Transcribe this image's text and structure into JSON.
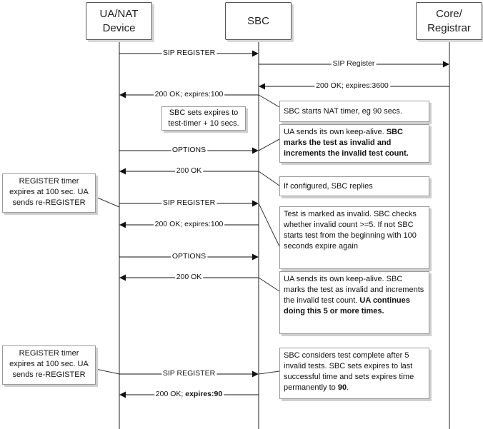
{
  "participants": [
    {
      "id": "ua",
      "label_line1": "UA/NAT",
      "label_line2": "Device"
    },
    {
      "id": "sbc",
      "label_line1": "SBC",
      "label_line2": ""
    },
    {
      "id": "core",
      "label_line1": "Core/",
      "label_line2": "Registrar"
    }
  ],
  "messages": [
    {
      "id": "m1",
      "from": "ua",
      "to": "sbc",
      "text": "SIP REGISTER",
      "bold": ""
    },
    {
      "id": "m2",
      "from": "sbc",
      "to": "core",
      "text": "SIP Register",
      "bold": ""
    },
    {
      "id": "m3",
      "from": "core",
      "to": "sbc",
      "text": "200 OK; expires:3600",
      "bold": ""
    },
    {
      "id": "m4",
      "from": "sbc",
      "to": "ua",
      "text": "200 OK; expires:100",
      "bold": ""
    },
    {
      "id": "m5",
      "from": "ua",
      "to": "sbc",
      "text": "OPTIONS",
      "bold": ""
    },
    {
      "id": "m6",
      "from": "sbc",
      "to": "ua",
      "text": "200 OK",
      "bold": ""
    },
    {
      "id": "m7",
      "from": "ua",
      "to": "sbc",
      "text": "SIP REGISTER",
      "bold": ""
    },
    {
      "id": "m8",
      "from": "sbc",
      "to": "ua",
      "text": "200 OK; expires:100",
      "bold": ""
    },
    {
      "id": "m9",
      "from": "ua",
      "to": "sbc",
      "text": "OPTIONS",
      "bold": ""
    },
    {
      "id": "m10",
      "from": "sbc",
      "to": "ua",
      "text": "200 OK",
      "bold": ""
    },
    {
      "id": "m11",
      "from": "ua",
      "to": "sbc",
      "text": "SIP REGISTER",
      "bold": ""
    },
    {
      "id": "m12",
      "from": "sbc",
      "to": "ua",
      "text": "200 OK; ",
      "bold": "expires:90"
    }
  ],
  "notes": [
    {
      "id": "n1",
      "segments": [
        {
          "t": "SBC sets expires to test-timer + 10 secs.",
          "b": false
        }
      ]
    },
    {
      "id": "n2",
      "segments": [
        {
          "t": "SBC starts NAT timer, eg 90 secs.",
          "b": false
        }
      ]
    },
    {
      "id": "n3",
      "segments": [
        {
          "t": "UA sends its own keep-alive. ",
          "b": false
        },
        {
          "t": "SBC marks the test as invalid and increments the invalid test count.",
          "b": true
        }
      ]
    },
    {
      "id": "n4",
      "segments": [
        {
          "t": "If configured, SBC replies",
          "b": false
        }
      ]
    },
    {
      "id": "n5",
      "segments": [
        {
          "t": "REGISTER timer expires at 100 sec. UA sends re-REGISTER",
          "b": false
        }
      ]
    },
    {
      "id": "n6",
      "segments": [
        {
          "t": "Test is marked as invalid. SBC checks whether invalid count >=5. If not SBC starts test from the beginning with 100 seconds expire again",
          "b": false
        }
      ]
    },
    {
      "id": "n7",
      "segments": [
        {
          "t": "UA sends its own keep-alive. SBC marks the test as invalid and increments the invalid test count. ",
          "b": false
        },
        {
          "t": "UA continues doing this 5 or more times.",
          "b": true
        }
      ]
    },
    {
      "id": "n8",
      "segments": [
        {
          "t": "REGISTER timer expires at 100 sec. UA sends re-REGISTER",
          "b": false
        }
      ]
    },
    {
      "id": "n9",
      "segments": [
        {
          "t": "SBC considers test complete after 5 invalid tests. SBC sets expires to last successful time and sets expires time permanently to ",
          "b": false
        },
        {
          "t": "90",
          "b": true
        },
        {
          "t": ".",
          "b": false
        }
      ]
    }
  ]
}
